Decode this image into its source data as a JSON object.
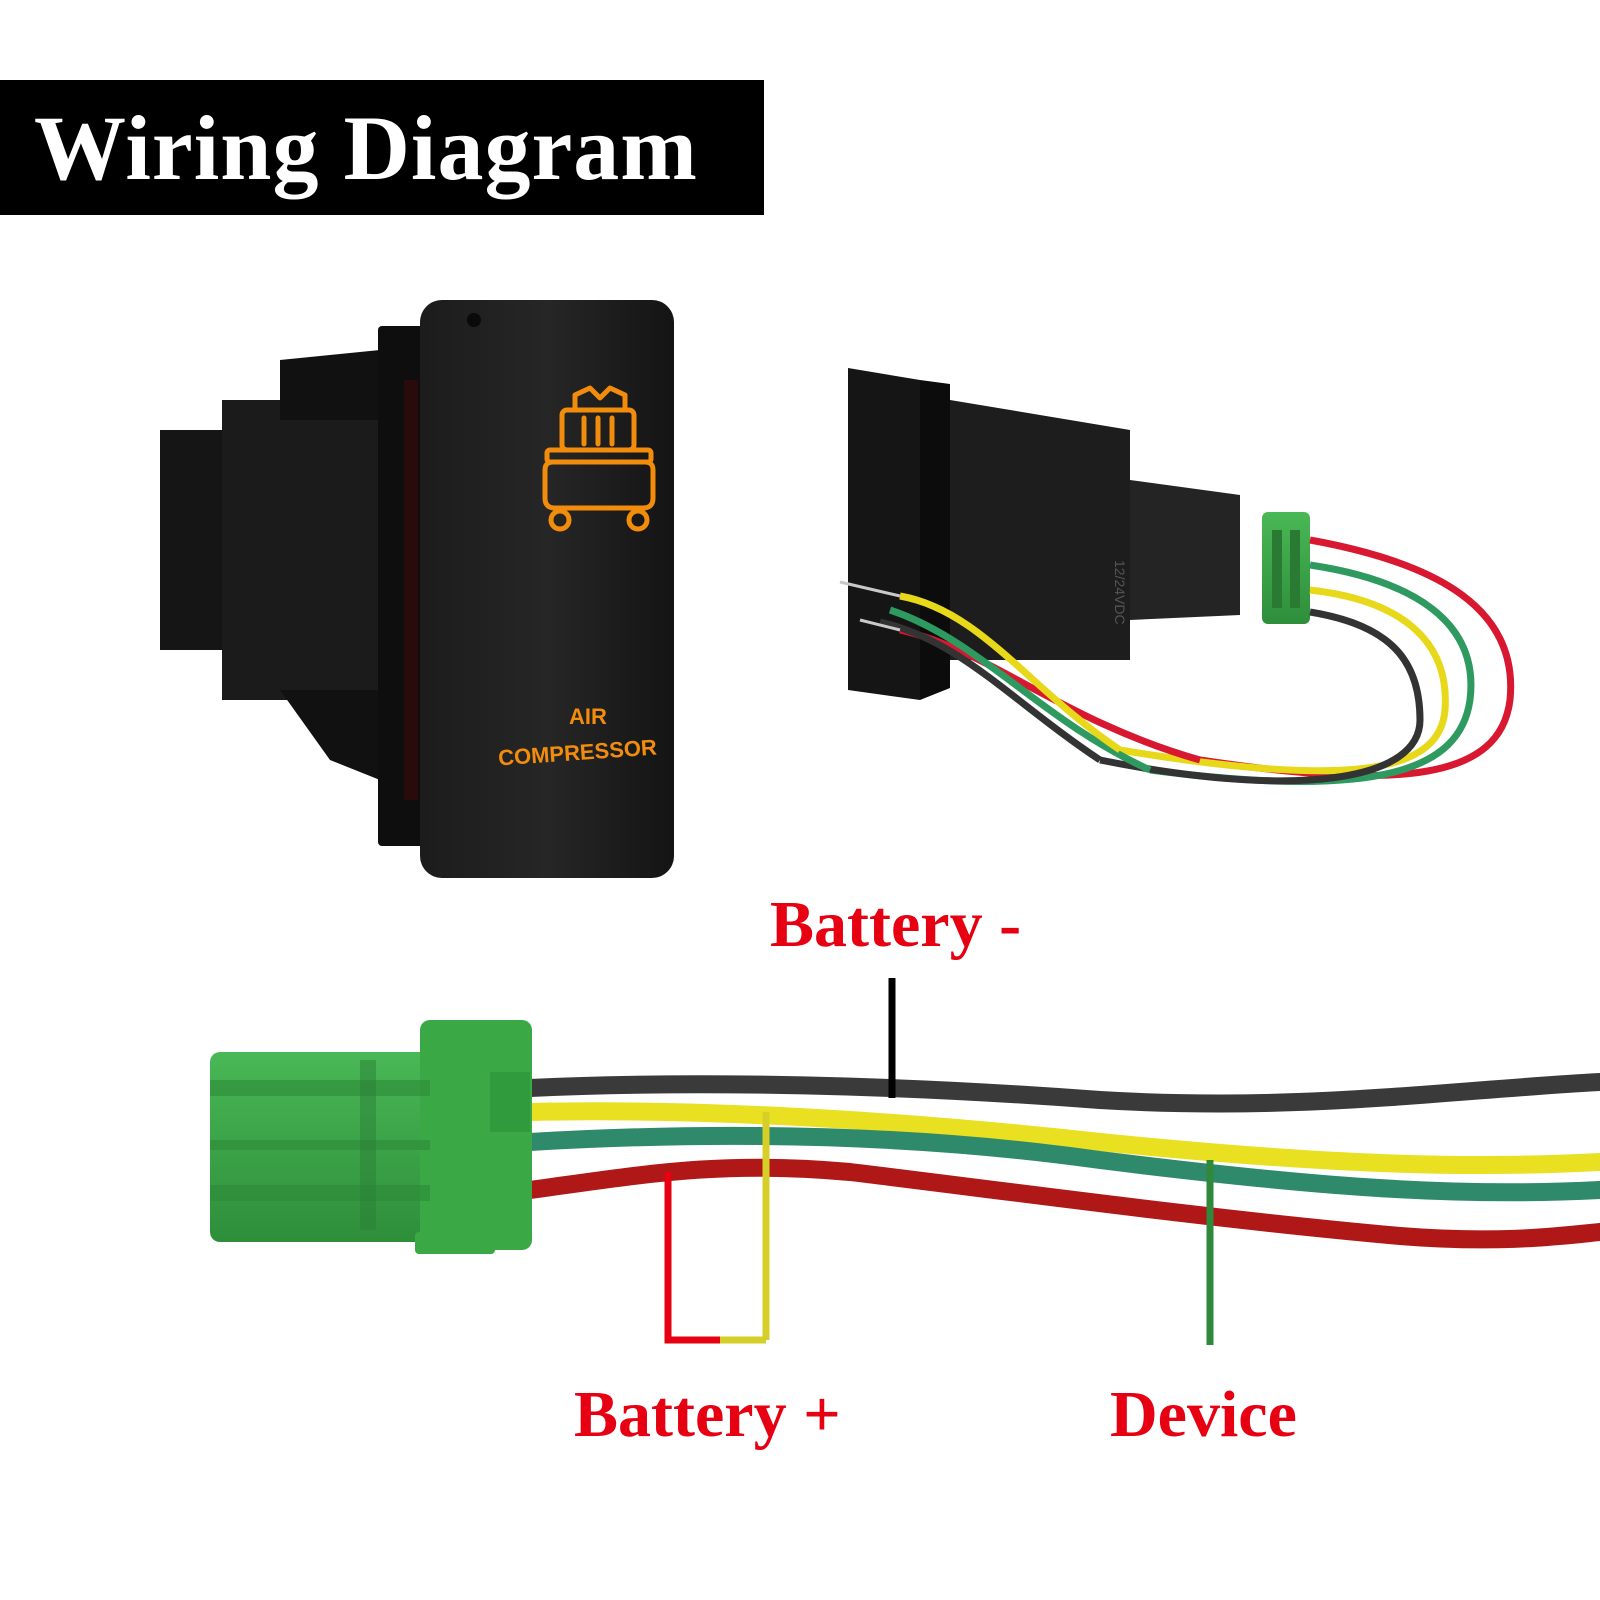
{
  "title": "Wiring Diagram",
  "switch_legend": {
    "line1": "AIR",
    "line2": "COMPRESSOR",
    "icon": "air-compressor-icon"
  },
  "housing_marking": "12/24VDC",
  "labels": {
    "battery_negative": "Battery -",
    "battery_positive": "Battery +",
    "device": "Device"
  },
  "colors": {
    "label_text": "#e60012",
    "legend_amber": "#f28c0c",
    "connector_green": "#3aa845",
    "wire_black": "#3a3a3a",
    "wire_yellow": "#e8e020",
    "wire_green": "#2e8a6a",
    "wire_red": "#b01818"
  }
}
